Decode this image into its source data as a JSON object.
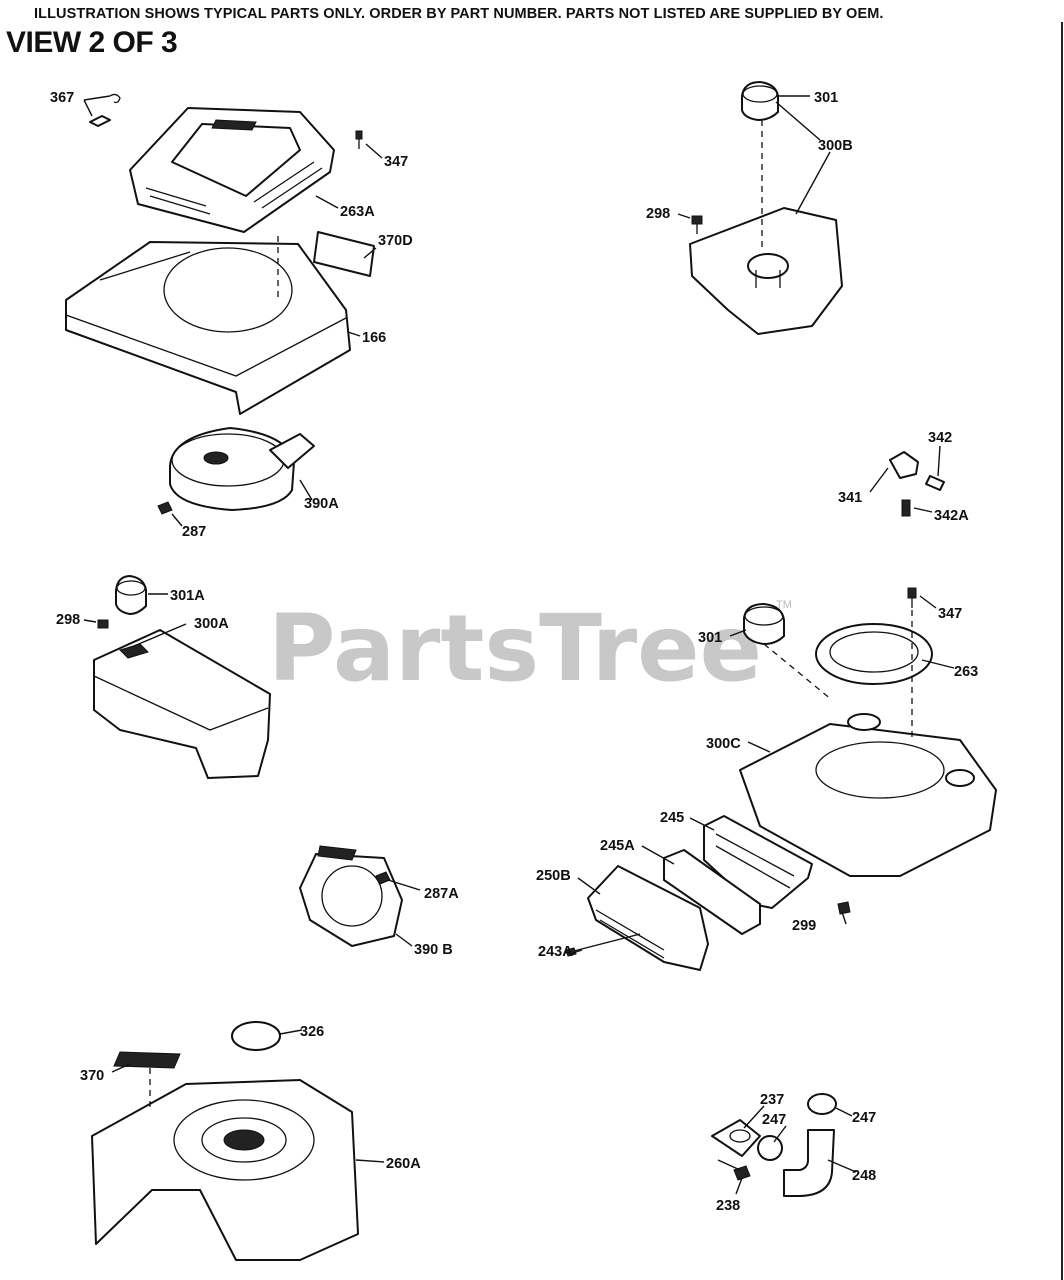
{
  "header": {
    "notice": "ILLUSTRATION SHOWS TYPICAL PARTS ONLY. ORDER BY PART NUMBER. PARTS NOT LISTED ARE SUPPLIED BY OEM.",
    "view": "VIEW 2 OF 3"
  },
  "watermark": {
    "text": "PartsTree",
    "tm": "TM"
  },
  "callouts": [
    {
      "id": "c367",
      "text": "367"
    },
    {
      "id": "c347a",
      "text": "347"
    },
    {
      "id": "c263A",
      "text": "263A"
    },
    {
      "id": "c370D",
      "text": "370D"
    },
    {
      "id": "c166",
      "text": "166"
    },
    {
      "id": "c390A",
      "text": "390A"
    },
    {
      "id": "c287",
      "text": "287"
    },
    {
      "id": "c301a",
      "text": "301"
    },
    {
      "id": "c300B",
      "text": "300B"
    },
    {
      "id": "c298a",
      "text": "298"
    },
    {
      "id": "c342",
      "text": "342"
    },
    {
      "id": "c341",
      "text": "341"
    },
    {
      "id": "c342A",
      "text": "342A"
    },
    {
      "id": "c301A",
      "text": "301A"
    },
    {
      "id": "c298b",
      "text": "298"
    },
    {
      "id": "c300A",
      "text": "300A"
    },
    {
      "id": "c347b",
      "text": "347"
    },
    {
      "id": "c301b",
      "text": "301"
    },
    {
      "id": "c263",
      "text": "263"
    },
    {
      "id": "c300C",
      "text": "300C"
    },
    {
      "id": "c245",
      "text": "245"
    },
    {
      "id": "c245A",
      "text": "245A"
    },
    {
      "id": "c250B",
      "text": "250B"
    },
    {
      "id": "c299",
      "text": "299"
    },
    {
      "id": "c243A",
      "text": "243A"
    },
    {
      "id": "c287A",
      "text": "287A"
    },
    {
      "id": "c390B",
      "text": "390 B"
    },
    {
      "id": "c326",
      "text": "326"
    },
    {
      "id": "c370",
      "text": "370"
    },
    {
      "id": "c260A",
      "text": "260A"
    },
    {
      "id": "c237",
      "text": "237"
    },
    {
      "id": "c247a",
      "text": "247"
    },
    {
      "id": "c247b",
      "text": "247"
    },
    {
      "id": "c238",
      "text": "238"
    },
    {
      "id": "c248",
      "text": "248"
    }
  ]
}
